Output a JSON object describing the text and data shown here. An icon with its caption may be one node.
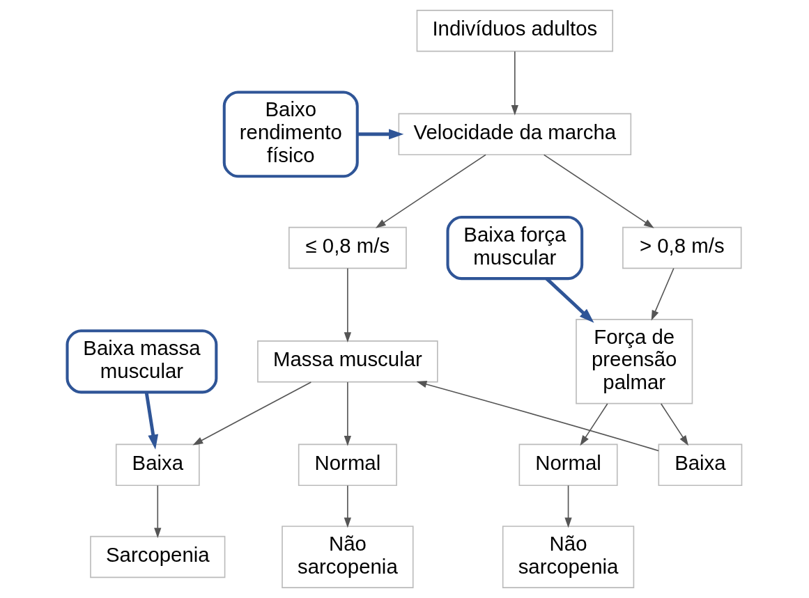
{
  "diagram": {
    "nodes": [
      {
        "text": [
          "Baixo rendimento físico"
        ]
      },
      {
        "text": [
          "Indivíduos adultos"
        ]
      },
      {
        "text": [
          "Velocidade da marcha"
        ]
      },
      {
        "text": [
          "Baixa força muscular"
        ]
      },
      {
        "text": [
          "> 0,8 m/s"
        ]
      },
      {
        "text": [
          "≤ 0,8 m/s"
        ]
      },
      {
        "text": [
          "Baixa massa muscular"
        ]
      },
      {
        "text": [
          "Força de preensão palmar"
        ]
      },
      {
        "text": [
          "Massa muscular"
        ]
      },
      {
        "text": [
          "Normal"
        ]
      },
      {
        "text": [
          "Baixa"
        ]
      },
      {
        "text": [
          "Normal"
        ]
      },
      {
        "text": [
          "Baixa"
        ]
      },
      {
        "text": [
          "Não sarcopenia"
        ]
      },
      {
        "text": [
          "Não sarcopenia"
        ]
      },
      {
        "text": [
          "Sarcopenia"
        ]
      }
    ],
    "edges": [
      {
        "from": 0,
        "to": 2,
        "arrow": "to",
        "style": "thick",
        "color": "#2f5597"
      },
      {
        "from": 1,
        "to": 2,
        "arrow": "to"
      },
      {
        "from": 2,
        "to": 4,
        "arrow": "to"
      },
      {
        "from": 2,
        "to": 5,
        "arrow": "to"
      },
      {
        "from": 3,
        "to": 7,
        "arrow": "to",
        "style": "thick",
        "color": "#2f5597"
      },
      {
        "from": 4,
        "to": 7,
        "arrow": "to"
      },
      {
        "from": 5,
        "to": 8,
        "arrow": "to"
      },
      {
        "from": 6,
        "to": 12,
        "arrow": "to",
        "style": "thick",
        "color": "#2f5597"
      },
      {
        "from": 7,
        "to": 9,
        "arrow": "to"
      },
      {
        "from": 7,
        "to": 10,
        "arrow": "to"
      },
      {
        "from": 10,
        "to": 8,
        "arrow": "to"
      },
      {
        "from": 8,
        "to": 11,
        "arrow": "to"
      },
      {
        "from": 8,
        "to": 12,
        "arrow": "to"
      },
      {
        "from": 9,
        "to": 13,
        "arrow": "to"
      },
      {
        "from": 11,
        "to": 14,
        "arrow": "to"
      },
      {
        "from": 12,
        "to": 15,
        "arrow": "to"
      }
    ]
  }
}
